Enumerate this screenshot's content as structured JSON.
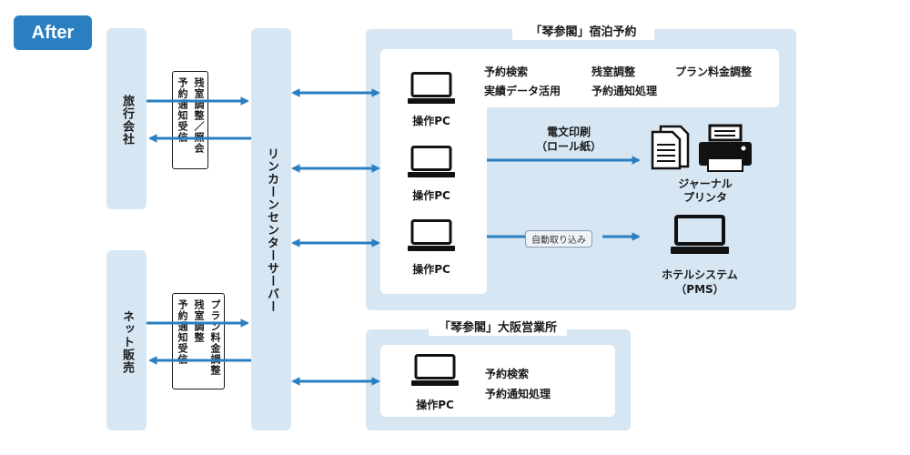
{
  "badge": "After",
  "left": {
    "travel": "旅行会社",
    "net": "ネット販売"
  },
  "notes": {
    "travel": [
      "残室調整／照会",
      "予約通知受信"
    ],
    "net": [
      "プラン料金調整",
      "残室調整",
      "予約通知受信"
    ]
  },
  "server": "リンカーンセンターサーバー",
  "reservation": {
    "title": "「琴参閣」宿泊予約",
    "features": [
      "予約検索",
      "実績データ活用",
      "残室調整",
      "予約通知処理",
      "プラン料金調整"
    ],
    "pc_label": "操作PC",
    "print_label": [
      "電文印刷",
      "（ロール紙）"
    ],
    "journal_printer": [
      "ジャーナル",
      "プリンタ"
    ],
    "auto_import": "自動取り込み",
    "hotel_system": [
      "ホテルシステム",
      "（PMS）"
    ]
  },
  "osaka": {
    "title": "「琴参閣」大阪営業所",
    "features": [
      "予約検索",
      "予約通知処理"
    ],
    "pc_label": "操作PC"
  },
  "colors": {
    "accent": "#2a7fc1",
    "panel": "#d6e6f3"
  }
}
